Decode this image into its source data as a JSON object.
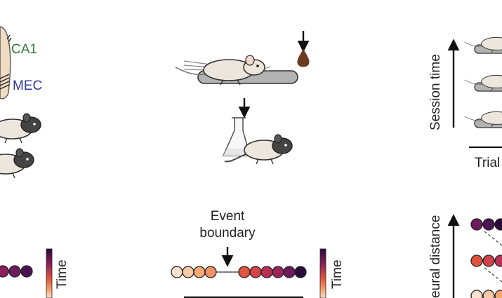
{
  "labels": {
    "ca1": "CA1",
    "mec": "MEC",
    "event_boundary": "Event boundary",
    "time_left": "Time",
    "time_middle": "Time",
    "session_time": "Session time",
    "trial": "Trial",
    "neural_distance": "eural distance"
  },
  "colors": {
    "ca1": "#2e7d32",
    "mec": "#2f3a9a",
    "drop": "#6b3a1f",
    "track": "#b3b3b3"
  },
  "icons": [
    "mouse-icon",
    "water-drop-icon",
    "flask-icon",
    "down-arrow-icon",
    "up-arrow-icon",
    "right-arrow-icon",
    "brain-icon",
    "electrode-icon",
    "color-scale-icon"
  ]
}
